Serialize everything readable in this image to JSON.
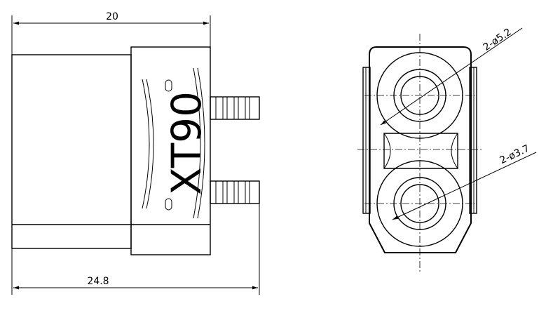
{
  "dimensions": {
    "top_width": "20",
    "bottom_width": "24.8",
    "outer_hole": "2-ø5.2",
    "inner_hole": "2-ø3.7"
  },
  "connector_label": "XT90"
}
